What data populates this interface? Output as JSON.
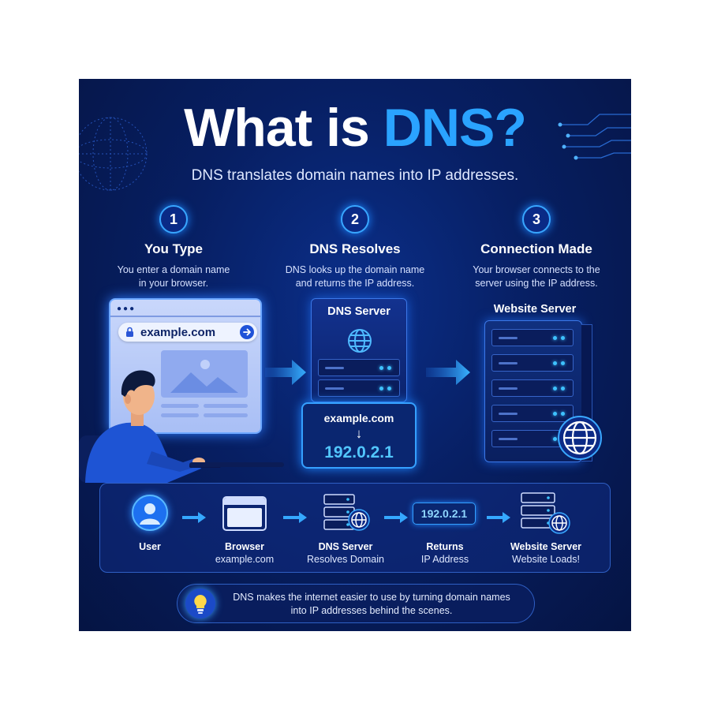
{
  "header": {
    "title_prefix": "What is ",
    "title_highlight": "DNS?",
    "subtitle": "DNS translates domain names into IP addresses."
  },
  "steps": [
    {
      "number": "1",
      "title": "You Type",
      "desc_line1": "You enter a domain name",
      "desc_line2": "in your browser."
    },
    {
      "number": "2",
      "title": "DNS Resolves",
      "desc_line1": "DNS looks up the domain name",
      "desc_line2": "and returns the IP address."
    },
    {
      "number": "3",
      "title": "Connection Made",
      "desc_line1": "Your browser connects to the",
      "desc_line2": "server using the IP address."
    }
  ],
  "browser": {
    "url": "example.com"
  },
  "dns_server": {
    "label": "DNS Server"
  },
  "lookup": {
    "domain": "example.com",
    "arrow": "↓",
    "ip": "192.0.2.1"
  },
  "website_server": {
    "label": "Website Server"
  },
  "flow": [
    {
      "label": "User",
      "sub": ""
    },
    {
      "label": "Browser",
      "sub": "example.com"
    },
    {
      "label": "DNS Server",
      "sub": "Resolves Domain"
    },
    {
      "label": "Returns",
      "sub": "IP Address",
      "badge": "192.0.2.1"
    },
    {
      "label": "Website Server",
      "sub": "Website Loads!"
    }
  ],
  "footer": {
    "line1": "DNS makes the internet easier to use by turning domain names",
    "line2": "into IP addresses behind the scenes."
  },
  "colors": {
    "background": "#071f63",
    "accent": "#2aa3ff",
    "glow": "#35a0ff"
  },
  "icons": [
    "globe-icon",
    "lock-icon",
    "arrow-right-icon",
    "user-icon",
    "lightbulb-icon",
    "server-icon",
    "person-illustration"
  ]
}
